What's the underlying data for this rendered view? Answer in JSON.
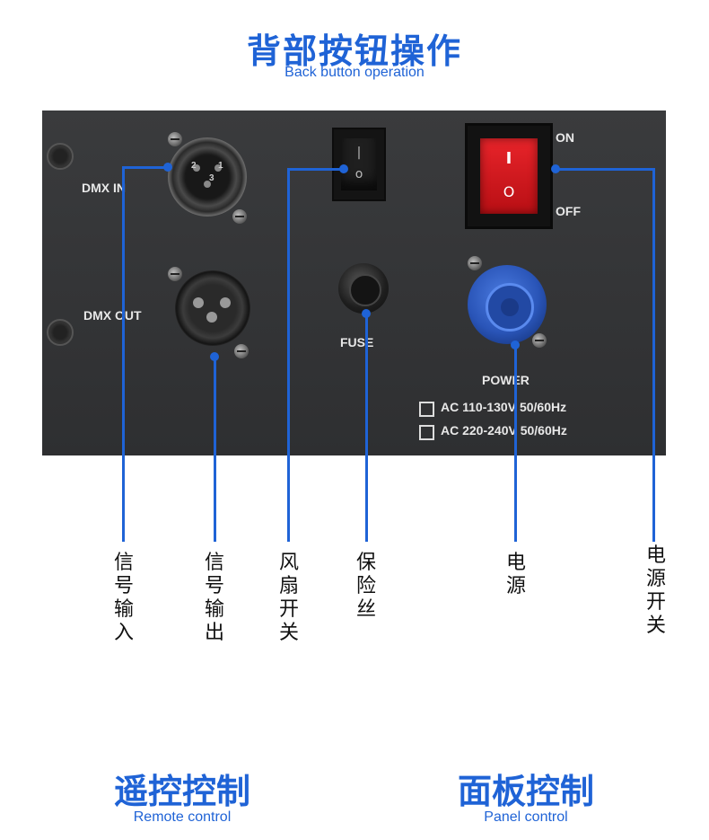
{
  "header": {
    "title_cn": "背部按钮操作",
    "title_en": "Back button operation"
  },
  "panel": {
    "dmx_in": "DMX IN",
    "dmx_out": "DMX OUT",
    "fuse": "FUSE",
    "power": "POWER",
    "on": "ON",
    "off": "OFF",
    "voltage_1": "AC 110-130V 50/60Hz",
    "voltage_2": "AC 220-240V 50/60Hz",
    "pin_1": "1",
    "pin_2": "2",
    "pin_3": "3",
    "switch_on_mark": "I",
    "switch_off_mark": "O"
  },
  "callouts": [
    {
      "label": "信号输入"
    },
    {
      "label": "信号输出"
    },
    {
      "label": "风扇开关"
    },
    {
      "label": "保险丝"
    },
    {
      "label": "电源"
    },
    {
      "label": "电源开关"
    }
  ],
  "footer": {
    "remote_cn": "遥控控制",
    "remote_en": "Remote control",
    "panel_cn": "面板控制",
    "panel_en": "Panel control"
  },
  "colors": {
    "accent": "#1f63d6",
    "panel": "#333436",
    "power_switch": "#d0141a",
    "power_connector": "#2a55b8"
  }
}
